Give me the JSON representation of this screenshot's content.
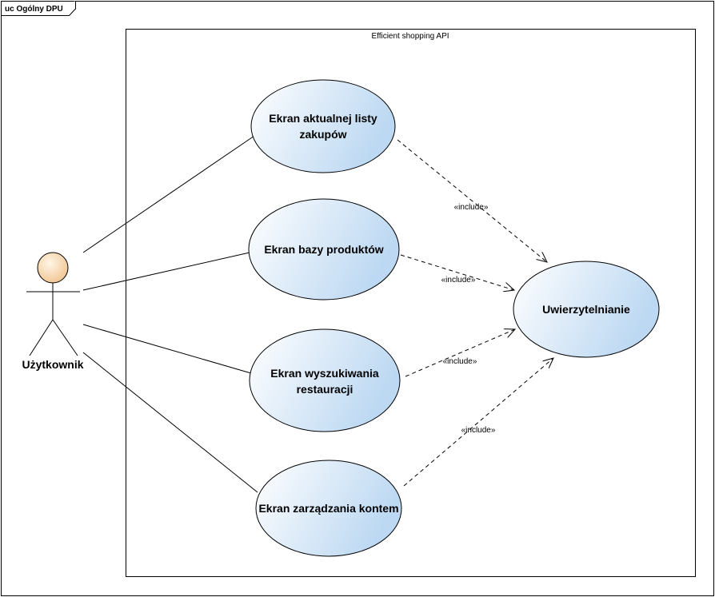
{
  "frame": {
    "label": "uc Ogólny DPU"
  },
  "system": {
    "name": "Efficient shopping API"
  },
  "actor": {
    "name": "Użytkownik"
  },
  "use_cases": {
    "shopping_list": {
      "line1": "Ekran aktualnej listy",
      "line2": "zakupów"
    },
    "product_db": {
      "line1": "Ekran bazy produktów"
    },
    "restaurant_search": {
      "line1": "Ekran wyszukiwania",
      "line2": "restauracji"
    },
    "account_mgmt": {
      "line1": "Ekran zarządzania kontem"
    },
    "authentication": {
      "line1": "Uwierzytelnianie"
    }
  },
  "relations": {
    "include_1": "«include»",
    "include_2": "«include»",
    "include_3": "«include»",
    "include_4": "«include»"
  },
  "colors": {
    "use_case_fill_light": "#ffffff",
    "use_case_fill_dark": "#bcd8f2",
    "actor_head_light": "#fff6e6",
    "actor_head_dark": "#f0c08a",
    "line": "#000000"
  }
}
